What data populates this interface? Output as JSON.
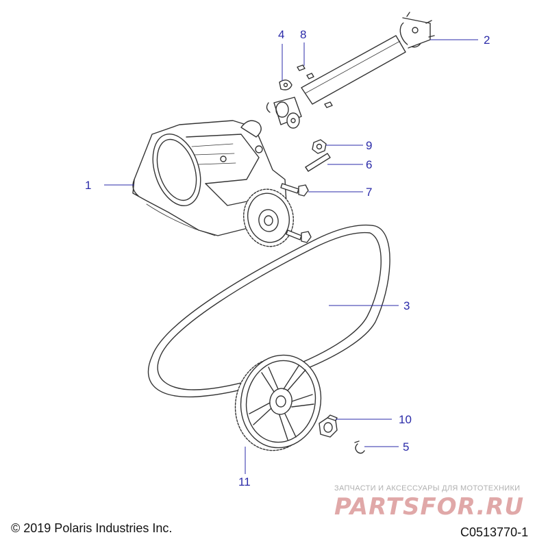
{
  "colors": {
    "line": "#333333",
    "leader": "#2a2aa8",
    "callout_text": "#2a2aa8",
    "watermark_red": "#e0a8a8",
    "watermark_gray": "#b0b0b0"
  },
  "callouts": {
    "c1": "1",
    "c2": "2",
    "c3": "3",
    "c4": "4",
    "c5": "5",
    "c6": "6",
    "c7": "7",
    "c8": "8",
    "c9": "9",
    "c10": "10",
    "c11": "11"
  },
  "footer": {
    "copyright": "© 2019 Polaris Industries Inc.",
    "diagram_id": "C0513770-1"
  },
  "watermark": {
    "subtitle": "ЗАПЧАСТИ И АКСЕССУАРЫ ДЛЯ МОТОТЕХНИКИ",
    "brand": "PARTSFOR.RU"
  }
}
